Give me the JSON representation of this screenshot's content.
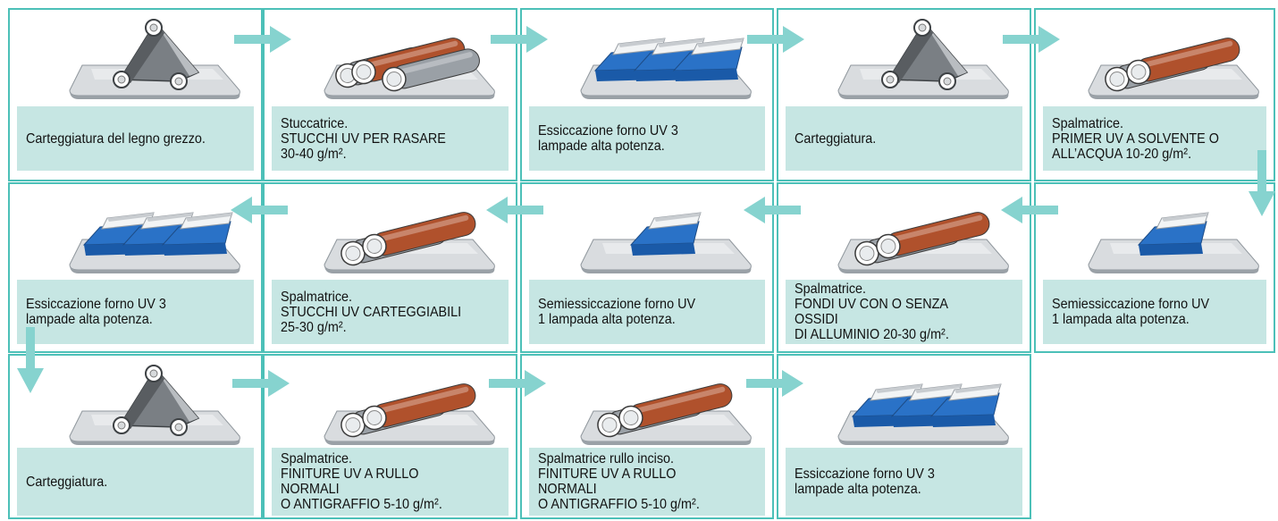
{
  "colors": {
    "border": "#4cc0b8",
    "label_bg": "#c6e6e3",
    "arrow": "#86d3cf"
  },
  "steps": [
    {
      "machine": "sander-icon",
      "text": "Carteggiatura del legno grezzo."
    },
    {
      "machine": "roller-three-icon",
      "text": "Stuccatrice.\nSTUCCHI UV PER RASARE\n30-40 g/m²."
    },
    {
      "machine": "uv-oven-3-icon",
      "text": "Essiccazione forno UV 3\nlampade alta potenza."
    },
    {
      "machine": "sander-icon",
      "text": "Carteggiatura."
    },
    {
      "machine": "roller-two-icon",
      "text": "Spalmatrice.\nPRIMER UV A SOLVENTE O\nALL’ACQUA  10-20 g/m²."
    },
    {
      "machine": "uv-oven-1-icon",
      "text": "Semiessiccazione forno UV\n1 lampada alta potenza."
    },
    {
      "machine": "roller-two-icon",
      "text": "Spalmatrice.\nFONDI UV CON O SENZA OSSIDI\nDI ALLUMINIO 20-30 g/m²."
    },
    {
      "machine": "uv-oven-1-icon",
      "text": "Semiessiccazione forno UV\n1 lampada alta potenza."
    },
    {
      "machine": "roller-two-icon",
      "text": "Spalmatrice.\nSTUCCHI UV CARTEGGIABILI\n25-30 g/m²."
    },
    {
      "machine": "uv-oven-3-icon",
      "text": "Essiccazione forno UV 3\nlampade alta potenza."
    },
    {
      "machine": "sander-icon",
      "text": "Carteggiatura."
    },
    {
      "machine": "roller-two-icon",
      "text": "Spalmatrice.\nFINITURE UV A RULLO NORMALI\nO ANTIGRAFFIO 5-10 g/m²."
    },
    {
      "machine": "roller-two-icon",
      "text": "Spalmatrice rullo inciso.\nFINITURE UV A RULLO NORMALI\nO ANTIGRAFFIO 5-10 g/m²."
    },
    {
      "machine": "uv-oven-3-icon",
      "text": "Essiccazione forno UV 3\nlampade alta potenza."
    }
  ]
}
